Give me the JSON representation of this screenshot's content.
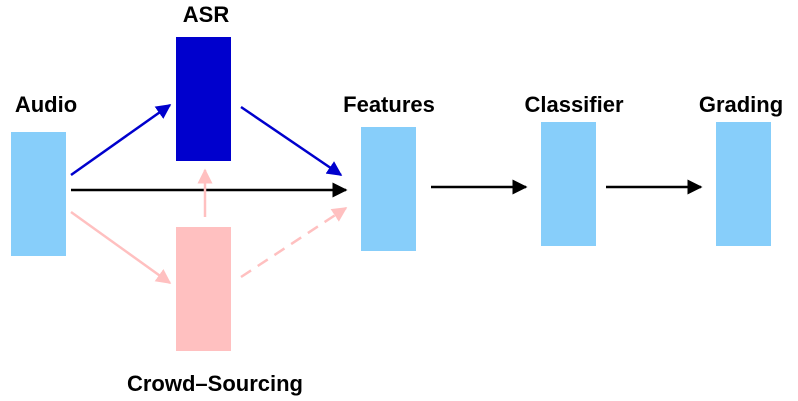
{
  "colors": {
    "light_blue": "#87cefa",
    "dark_blue": "#0000cd",
    "pink": "#ffc0c0",
    "black": "#000000"
  },
  "labels": {
    "audio": "Audio",
    "asr": "ASR",
    "crowd": "Crowd–Sourcing",
    "features": "Features",
    "classifier": "Classifier",
    "grading": "Grading"
  }
}
